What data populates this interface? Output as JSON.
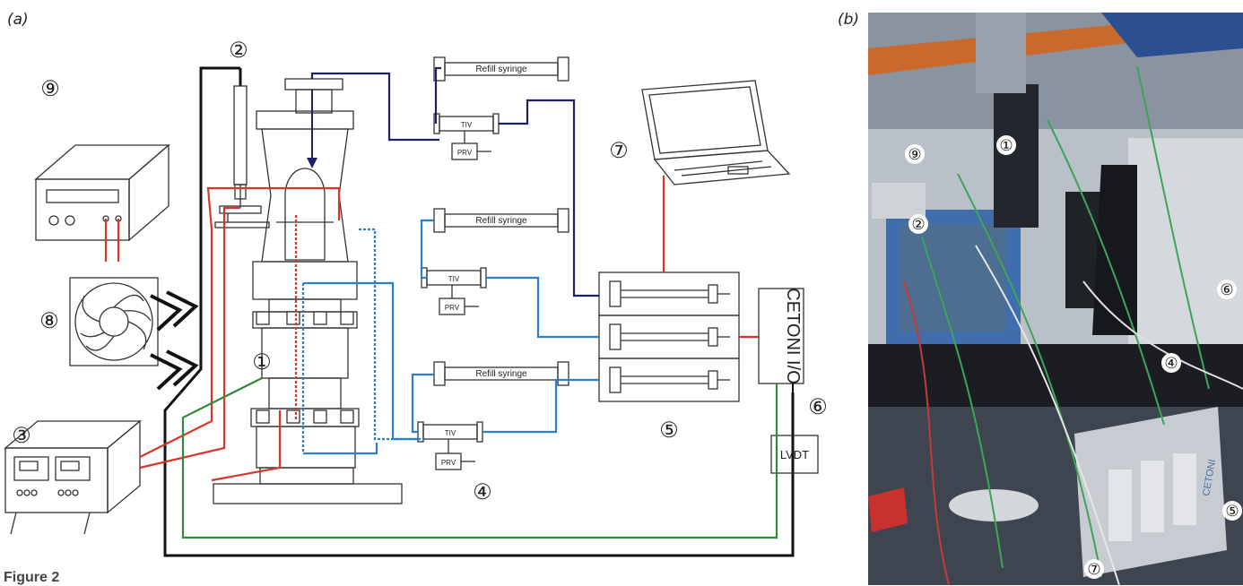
{
  "panels": {
    "a": "(a)",
    "b": "(b)"
  },
  "figure_caption": "Figure 2",
  "components": {
    "refill_label": "Refill syringe",
    "tiv_label": "TIV",
    "prv_label": "PRV",
    "controller_label": "CETONI I/O",
    "lvdt_label": "LVDT"
  },
  "diagram_numbers": {
    "n1": "①",
    "n2": "②",
    "n3": "③",
    "n4": "④",
    "n5": "⑤",
    "n6": "⑥",
    "n7": "⑦",
    "n8": "⑧",
    "n9": "⑨"
  },
  "photo_labels": {
    "p1": "①",
    "p2": "②",
    "p4": "④",
    "p5": "⑤",
    "p6": "⑥",
    "p7": "⑦",
    "p9": "⑨",
    "brand_text": "CETONI"
  },
  "colors": {
    "line_black": "#111111",
    "line_red": "#d9342b",
    "line_green": "#2e8b3a",
    "line_navy": "#1d1f6b",
    "line_blue": "#2b7fc9"
  }
}
